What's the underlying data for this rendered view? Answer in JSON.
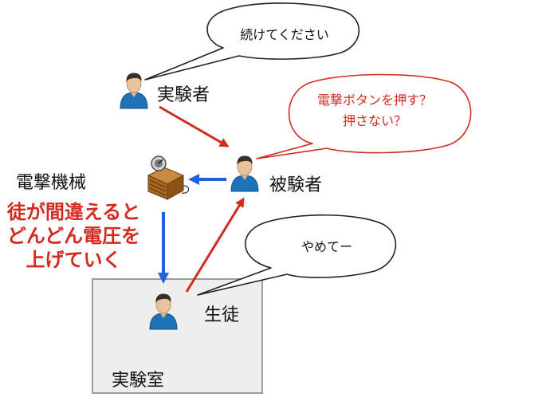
{
  "colors": {
    "red": "#d32a1f",
    "blue": "#1d63e0",
    "person_shirt": "#1e73b8",
    "room_fill": "#eeeeee"
  },
  "labels": {
    "experimenter": "実験者",
    "subject": "被験者",
    "machine": "電撃機械",
    "student": "生徒",
    "lab_room": "実験室"
  },
  "note_lines": [
    "徒が間違えると",
    "どんどん電圧を",
    "上げていく"
  ],
  "bubbles": {
    "experimenter_speech": "続けてください",
    "subject_thought": [
      "電撃ボタンを押す？",
      "押さない？"
    ],
    "student_speech": "やめてー"
  },
  "icons": {
    "experimenter": "person-icon",
    "subject": "person-icon",
    "student": "person-icon",
    "machine": "shock-machine-icon"
  }
}
